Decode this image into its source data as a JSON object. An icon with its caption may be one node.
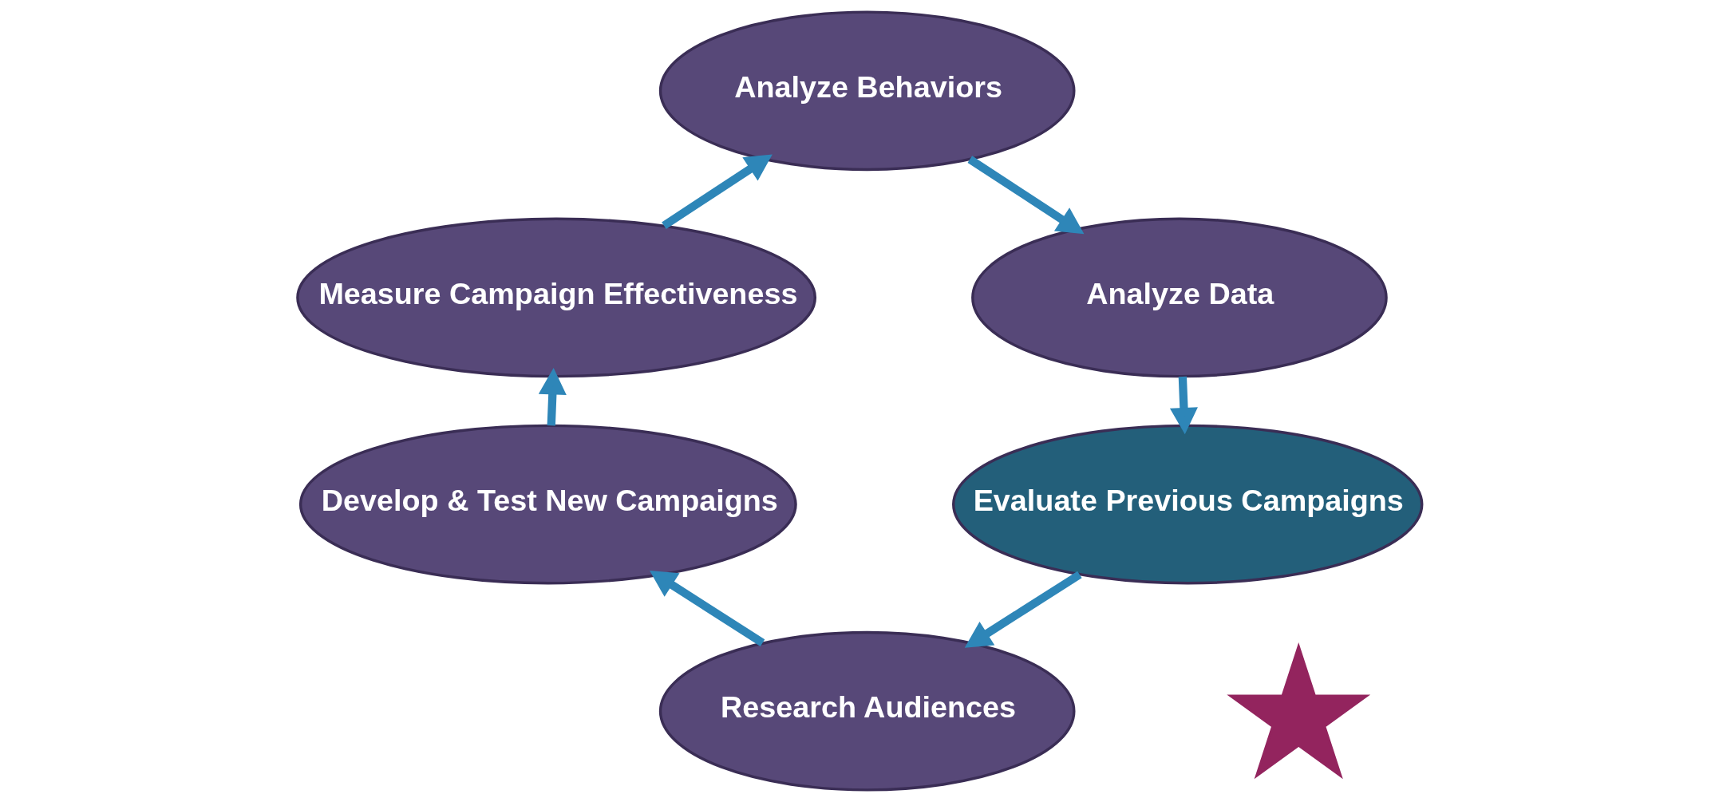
{
  "diagram": {
    "nodes": [
      {
        "text": [
          "Analyze Behaviors"
        ]
      },
      {
        "text": [
          "Measure Campaign Effectiveness"
        ]
      },
      {
        "text": [
          "Analyze Data"
        ]
      },
      {
        "text": [
          "Evaluate Previous Campaigns"
        ]
      },
      {
        "text": [
          "Develop & Test New Campaigns"
        ]
      },
      {
        "text": [
          "Research Audiences"
        ]
      },
      {
        "text": [],
        "shape": "star"
      }
    ],
    "edges": [
      {
        "from": 1,
        "to": 0,
        "arrow": "to"
      },
      {
        "from": 0,
        "to": 2,
        "arrow": "to"
      },
      {
        "from": 2,
        "to": 3,
        "arrow": "to"
      },
      {
        "from": 3,
        "to": 5,
        "arrow": "to"
      },
      {
        "from": 5,
        "to": 4,
        "arrow": "to"
      },
      {
        "from": 4,
        "to": 1,
        "arrow": "to"
      }
    ]
  }
}
